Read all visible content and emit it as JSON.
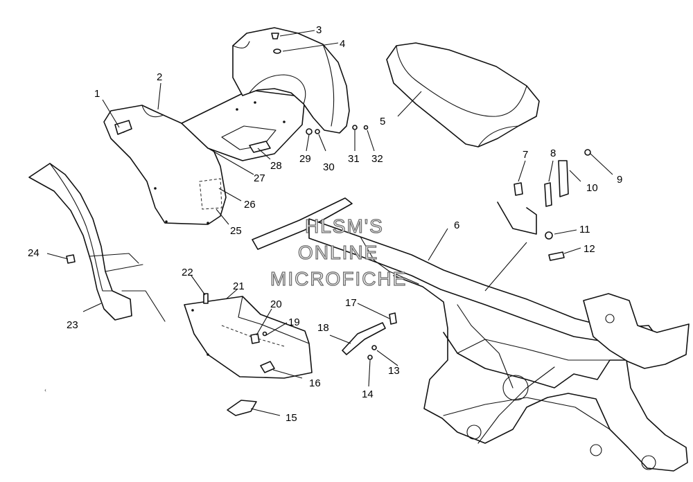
{
  "watermark": {
    "line1": "HLSM'S",
    "line2": "ONLINE",
    "line3": "MICROFICHE"
  },
  "stray_mark": "‹",
  "callouts": {
    "c1": "1",
    "c2": "2",
    "c3": "3",
    "c4": "4",
    "c5": "5",
    "c6": "6",
    "c7": "7",
    "c8": "8",
    "c9": "9",
    "c10": "10",
    "c11": "11",
    "c12": "12",
    "c13": "13",
    "c14": "14",
    "c15": "15",
    "c16": "16",
    "c17": "17",
    "c18": "18",
    "c19": "19",
    "c20": "20",
    "c21": "21",
    "c22": "22",
    "c23": "23",
    "c24": "24",
    "c25": "25",
    "c26": "26",
    "c27": "27",
    "c28": "28",
    "c29": "29",
    "c30": "30",
    "c31": "31",
    "c32": "32"
  }
}
